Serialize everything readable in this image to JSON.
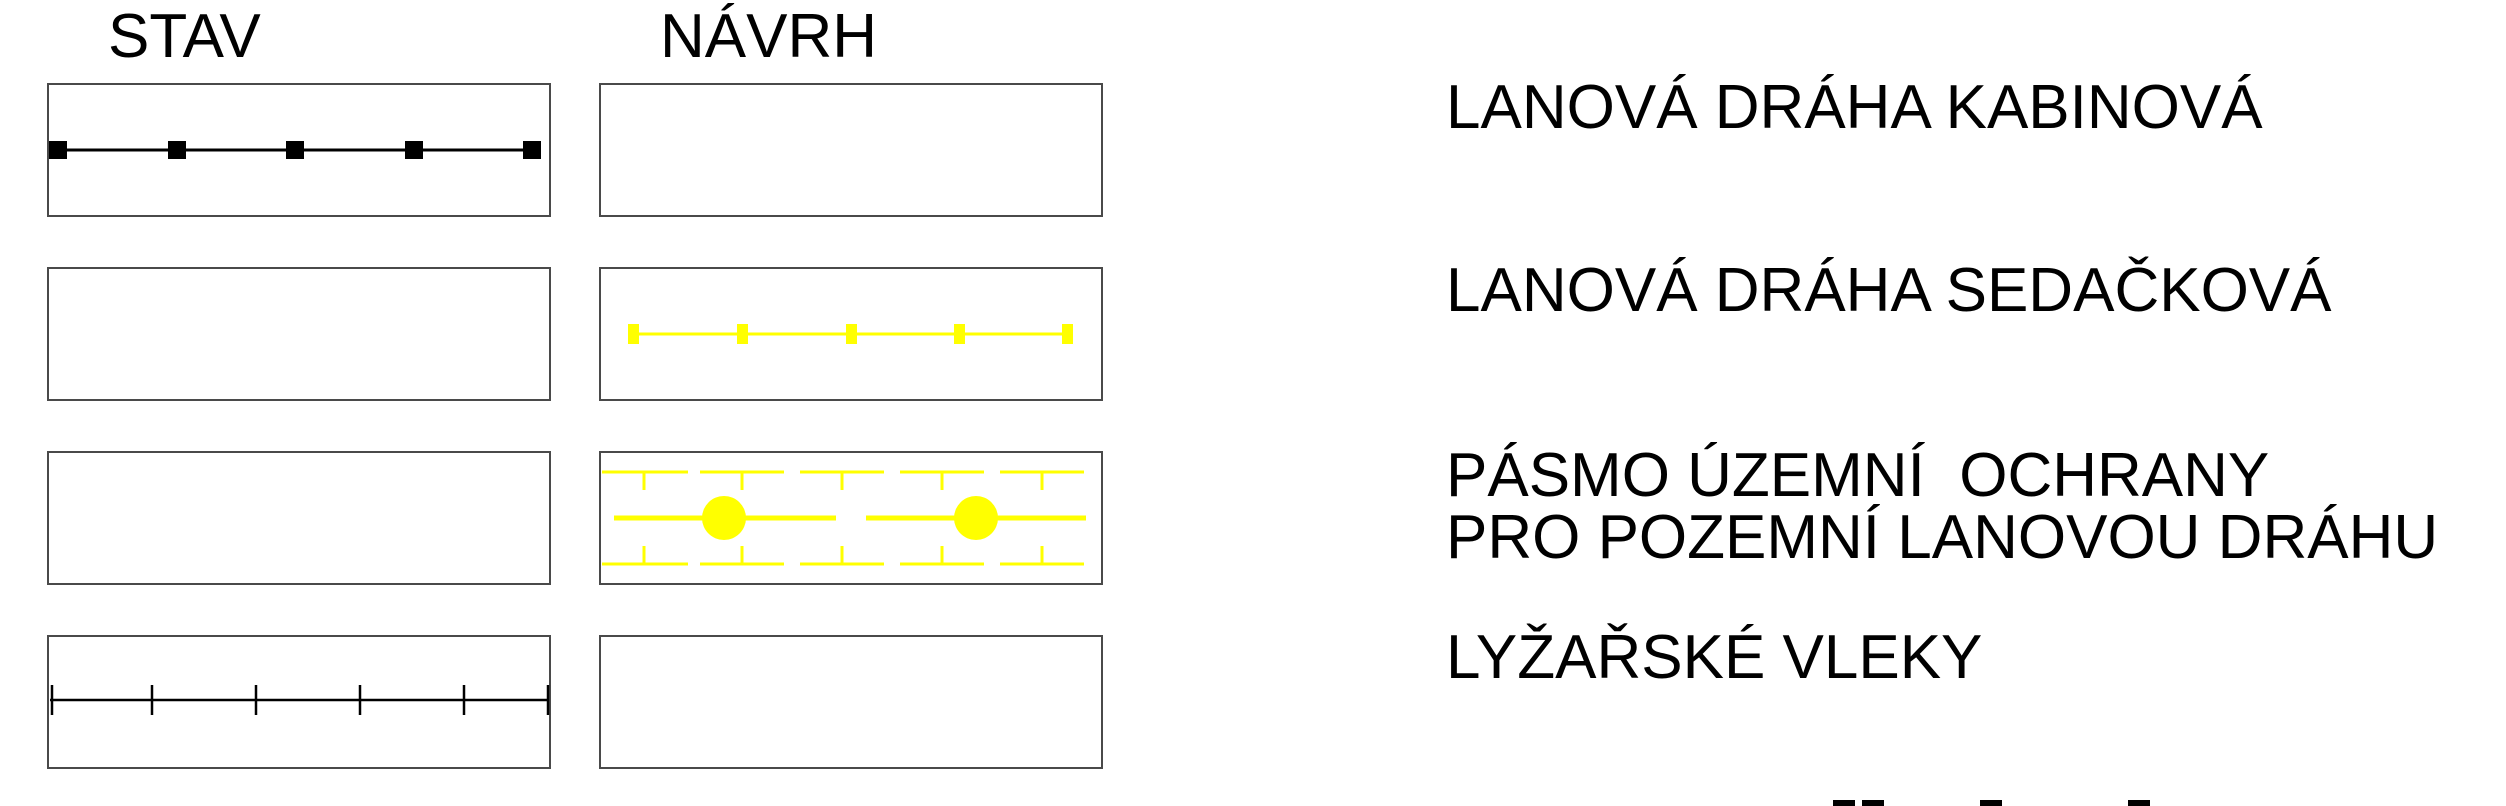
{
  "headers": {
    "stav": "STAV",
    "navrh": "NÁVRH"
  },
  "colors": {
    "existing": "#000000",
    "proposed": "#ffff00",
    "frame": "#4a4a4a"
  },
  "rows": [
    {
      "label_lines": [
        "LANOVÁ DRÁHA KABINOVÁ"
      ],
      "stav_symbol": "cabin-ropeway-line",
      "navrh_symbol": "none"
    },
    {
      "label_lines": [
        "LANOVÁ DRÁHA SEDAČKOVÁ"
      ],
      "stav_symbol": "none",
      "navrh_symbol": "chairlift-line"
    },
    {
      "label_lines": [
        "PÁSMO ÚZEMNÍ  OCHRANY",
        "PRO POZEMNÍ LANOVOU DRÁHU"
      ],
      "stav_symbol": "none",
      "navrh_symbol": "protection-zone-funicular"
    },
    {
      "label_lines": [
        "LYŽAŘSKÉ VLEKY"
      ],
      "stav_symbol": "ski-lift-line",
      "navrh_symbol": "none"
    }
  ]
}
